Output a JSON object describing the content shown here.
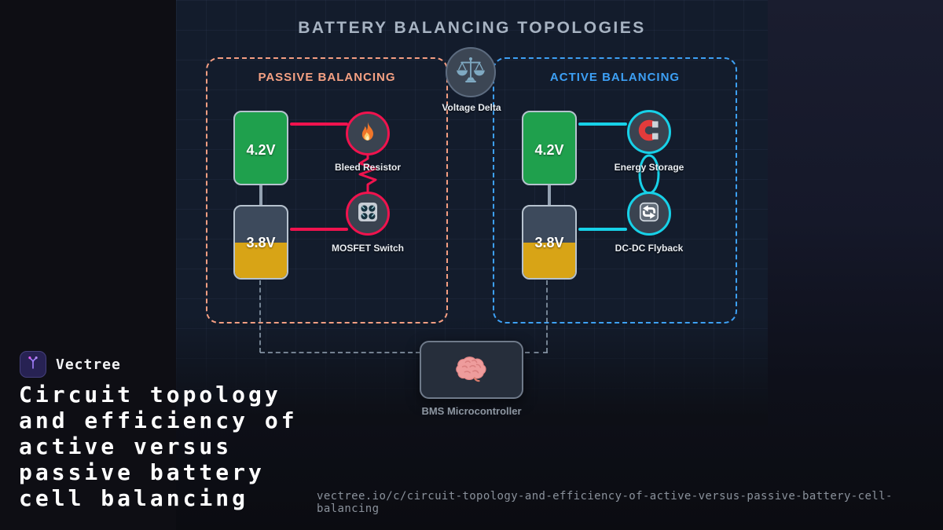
{
  "slide": {
    "title": "BATTERY BALANCING TOPOLOGIES",
    "hub": {
      "label": "Voltage Delta",
      "icon": "scales-icon"
    },
    "passive": {
      "heading": "PASSIVE BALANCING",
      "cells": {
        "top": "4.2V",
        "bottom": "3.8V"
      },
      "components": [
        {
          "label": "Bleed Resistor",
          "icon": "fire-icon"
        },
        {
          "label": "MOSFET Switch",
          "icon": "control-knobs-icon"
        }
      ]
    },
    "active": {
      "heading": "ACTIVE BALANCING",
      "cells": {
        "top": "4.2V",
        "bottom": "3.8V"
      },
      "components": [
        {
          "label": "Energy Storage",
          "icon": "magnet-icon"
        },
        {
          "label": "DC-DC Flyback",
          "icon": "swap-arrows-icon"
        }
      ]
    },
    "controller": {
      "label": "BMS Microcontroller",
      "icon": "brain-icon"
    }
  },
  "branding": {
    "name": "Vectree",
    "headline_lines": [
      "Circuit topology",
      "and efficiency of",
      "active versus",
      "passive battery",
      "cell balancing"
    ],
    "url": "vectree.io/c/circuit-topology-and-efficiency-of-active-versus-passive-battery-cell-balancing"
  },
  "colors": {
    "passive_accent": "#f59e82",
    "active_accent": "#3da0f5",
    "wire_passive": "#f0134e",
    "wire_active": "#17d1e8",
    "cell_charged": "#1fa04d",
    "cell_low_fill": "#d8a416",
    "panel_bg": "#131c2c",
    "title_color": "#a7b3c2"
  }
}
